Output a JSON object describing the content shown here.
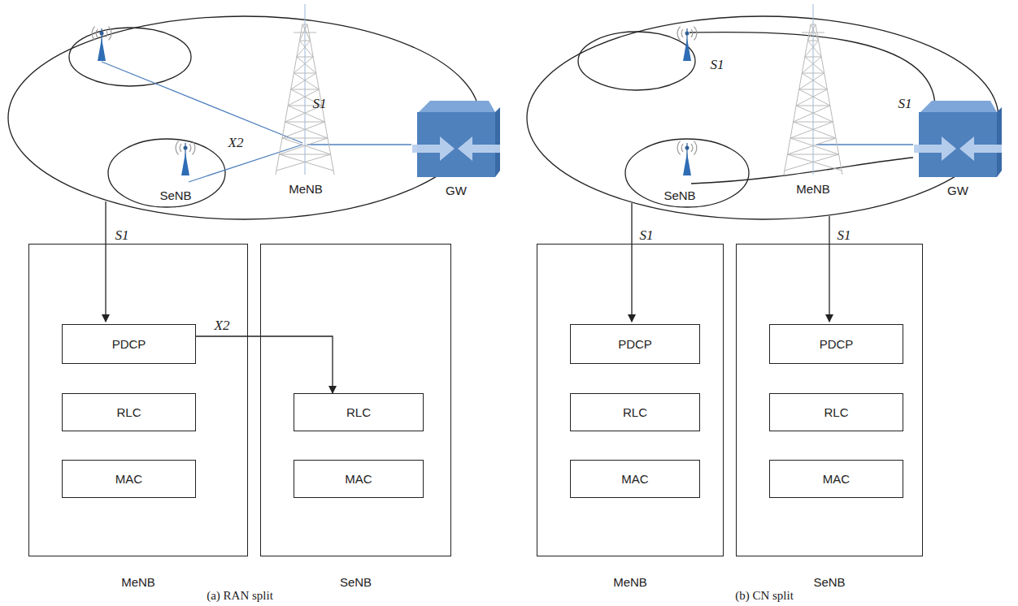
{
  "diagram": {
    "nodes": [
      {
        "text": [
          "GW"
        ]
      },
      {
        "text": [
          "MeNB"
        ]
      },
      {
        "text": [
          "PDCP"
        ],
        "in": 1
      },
      {
        "text": [
          "RLC"
        ],
        "in": 1
      },
      {
        "text": [
          "MAC"
        ],
        "in": 1
      },
      {
        "text": [
          "SeNB"
        ]
      },
      {
        "text": [
          "RLC"
        ],
        "in": 5
      },
      {
        "text": [
          "MAC"
        ],
        "in": 5
      },
      {
        "text": [
          "GW"
        ]
      },
      {
        "text": [
          "MeNB"
        ]
      },
      {
        "text": [
          "PDCP"
        ],
        "in": 9
      },
      {
        "text": [
          "RLC"
        ],
        "in": 9
      },
      {
        "text": [
          "MAC"
        ],
        "in": 9
      },
      {
        "text": [
          "SeNB"
        ]
      },
      {
        "text": [
          "PDCP"
        ],
        "in": 13
      },
      {
        "text": [
          "RLC"
        ],
        "in": 13
      },
      {
        "text": [
          "MAC"
        ],
        "in": 13
      }
    ],
    "edges": [
      {
        "from": 2,
        "to": 6,
        "arrow": "to",
        "label": "X2"
      }
    ],
    "labels": [
      "S1",
      "X2",
      "MeNB",
      "SeNB",
      "S1",
      "(a) RAN split",
      "S1",
      "S1",
      "MeNB",
      "SeNB",
      "S1",
      "S1",
      "(b) CN split"
    ]
  }
}
